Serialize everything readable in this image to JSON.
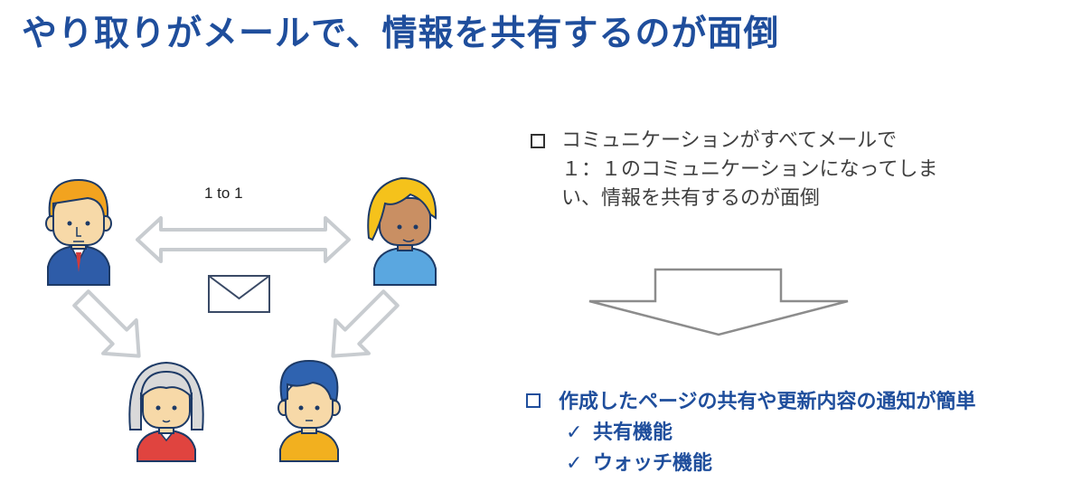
{
  "title": "やり取りがメールで、情報を共有するのが面倒",
  "diagram": {
    "label": "1 to 1",
    "icons": [
      "businessman-avatar",
      "blonde-woman-avatar",
      "grandmother-avatar",
      "young-man-avatar",
      "envelope-icon"
    ]
  },
  "bullet1": {
    "lines": [
      "コミュニケーションがすべてメールで",
      "１：１のコミュニケーションになってしま",
      "い、情報を共有するのが面倒"
    ]
  },
  "bullet2": {
    "heading": "作成したページの共有や更新内容の通知が簡単",
    "items": [
      "共有機能",
      "ウォッチ機能"
    ],
    "check_symbol": "✓"
  },
  "colors": {
    "accent": "#1f4e9c",
    "arrow_gray": "#c8ccd0",
    "text": "#404040"
  }
}
